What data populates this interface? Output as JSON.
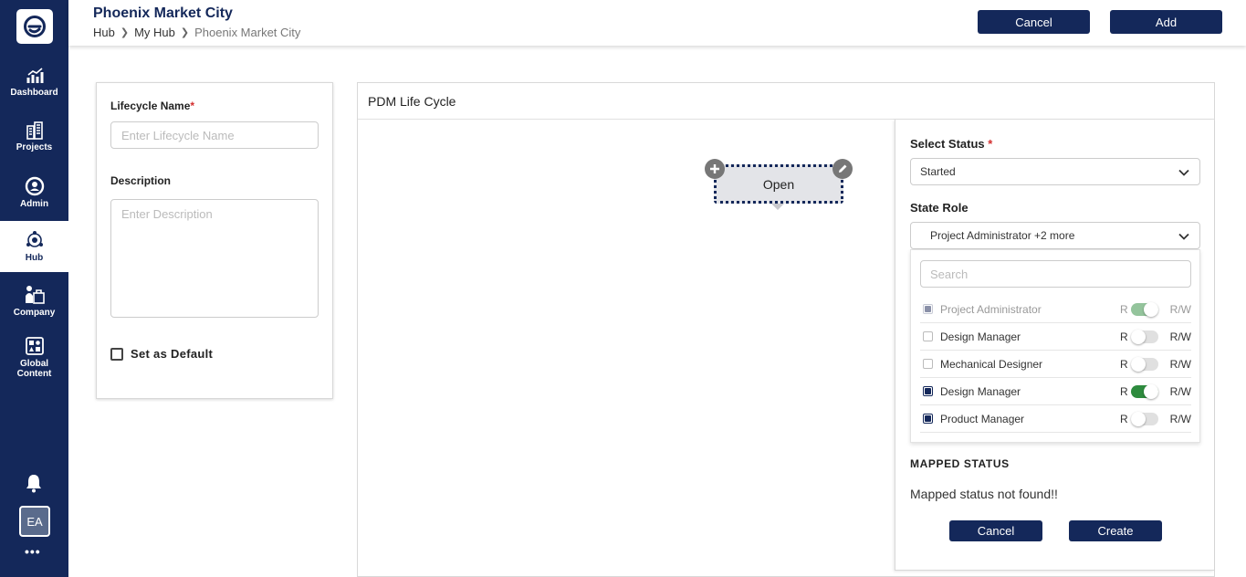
{
  "sidebar": {
    "logo": "e-logo-icon",
    "items": [
      {
        "label": "Dashboard",
        "icon": "chart-icon"
      },
      {
        "label": "Projects",
        "icon": "building-icon"
      },
      {
        "label": "Admin",
        "icon": "admin-icon"
      },
      {
        "label": "Hub",
        "icon": "hub-icon",
        "active": true
      },
      {
        "label": "Company",
        "icon": "company-icon"
      },
      {
        "label": "Global Content",
        "line1": "Global",
        "line2": "Content",
        "icon": "global-content-icon"
      }
    ],
    "user_initials": "EA",
    "more_label": "•••"
  },
  "header": {
    "title": "Phoenix Market City",
    "breadcrumb": [
      "Hub",
      "My Hub",
      "Phoenix Market City"
    ],
    "cancel_label": "Cancel",
    "add_label": "Add"
  },
  "form": {
    "lifecycle_label": "Lifecycle Name",
    "required_mark": "*",
    "lifecycle_placeholder": "Enter Lifecycle Name",
    "description_label": "Description",
    "description_placeholder": "Enter Description",
    "default_label": "Set as Default",
    "default_checked": false
  },
  "canvas": {
    "title": "PDM Life Cycle",
    "node_label": "Open"
  },
  "panel": {
    "select_status_label": "Select Status",
    "required_mark": "*",
    "status_value": "Started",
    "state_role_label": "State Role",
    "state_role_value": "Project Administrator +2 more",
    "search_placeholder": "Search",
    "read_label": "R",
    "readwrite_label": "R/W",
    "roles": [
      {
        "name": "Project Administrator",
        "checked": true,
        "disabled": true,
        "rw": true
      },
      {
        "name": "Design Manager",
        "checked": false,
        "disabled": false,
        "rw": false
      },
      {
        "name": "Mechanical Designer",
        "checked": false,
        "disabled": false,
        "rw": false
      },
      {
        "name": "Design Manager",
        "checked": true,
        "disabled": false,
        "rw": true
      },
      {
        "name": "Product Manager",
        "checked": true,
        "disabled": false,
        "rw": false
      }
    ],
    "mapped_title": "MAPPED STATUS",
    "mapped_message": "Mapped status not found!!",
    "cancel_label": "Cancel",
    "create_label": "Create"
  },
  "colors": {
    "primary": "#14285a",
    "toggle_on": "#2e8b3e",
    "required": "#d32f2f"
  }
}
